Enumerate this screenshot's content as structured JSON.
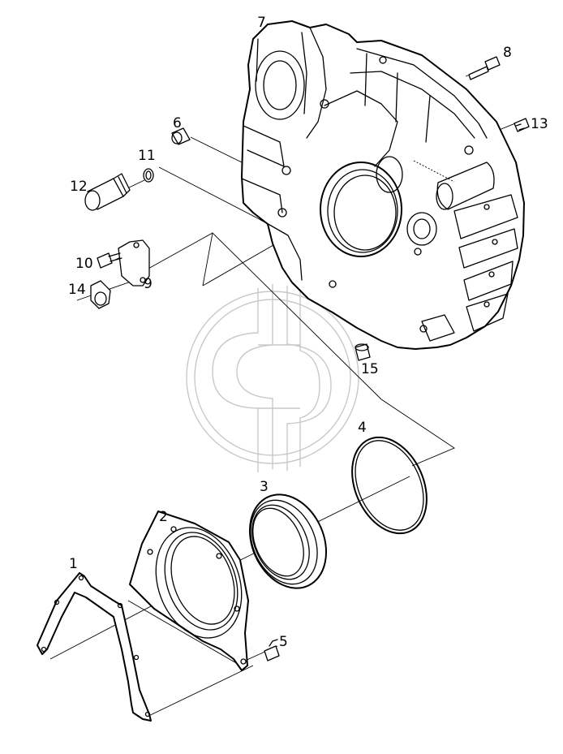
{
  "colors": {
    "line": "#000000",
    "background": "#ffffff",
    "watermark": "#c9c9c9"
  },
  "watermark": {
    "icon": "logo-watermark-icon"
  },
  "parts": [
    {
      "id": "1",
      "label": "1"
    },
    {
      "id": "2",
      "label": "2"
    },
    {
      "id": "3",
      "label": "3"
    },
    {
      "id": "4",
      "label": "4"
    },
    {
      "id": "5",
      "label": "5"
    },
    {
      "id": "6",
      "label": "6"
    },
    {
      "id": "7",
      "label": "7"
    },
    {
      "id": "8",
      "label": "8"
    },
    {
      "id": "9",
      "label": "9"
    },
    {
      "id": "10",
      "label": "10"
    },
    {
      "id": "11",
      "label": "11"
    },
    {
      "id": "12",
      "label": "12"
    },
    {
      "id": "13",
      "label": "13"
    },
    {
      "id": "14",
      "label": "14"
    },
    {
      "id": "15",
      "label": "15"
    }
  ]
}
